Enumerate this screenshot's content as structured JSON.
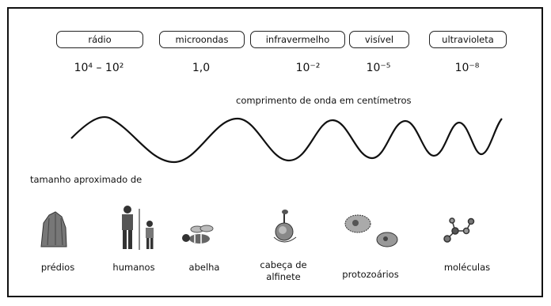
{
  "bands": [
    {
      "name": "rádio",
      "value": "10⁴ – 10²"
    },
    {
      "name": "microondas",
      "value": "1,0"
    },
    {
      "name": "infravermelho",
      "value": "10⁻²"
    },
    {
      "name": "visível",
      "value": "10⁻⁵"
    },
    {
      "name": "ultravioleta",
      "value": "10⁻⁸"
    }
  ],
  "wave_caption": "comprimento de onda em centímetros",
  "compare_caption": "tamanho aproximado de",
  "objects": [
    {
      "label": "prédios",
      "icon": "building-icon"
    },
    {
      "label": "humanos",
      "icon": "humans-icon"
    },
    {
      "label": "abelha",
      "icon": "bee-icon"
    },
    {
      "label": "cabeça de alfinete",
      "icon": "pinhead-icon"
    },
    {
      "label": "protozoários",
      "icon": "protozoa-icon"
    },
    {
      "label": "moléculas",
      "icon": "molecule-icon"
    }
  ]
}
